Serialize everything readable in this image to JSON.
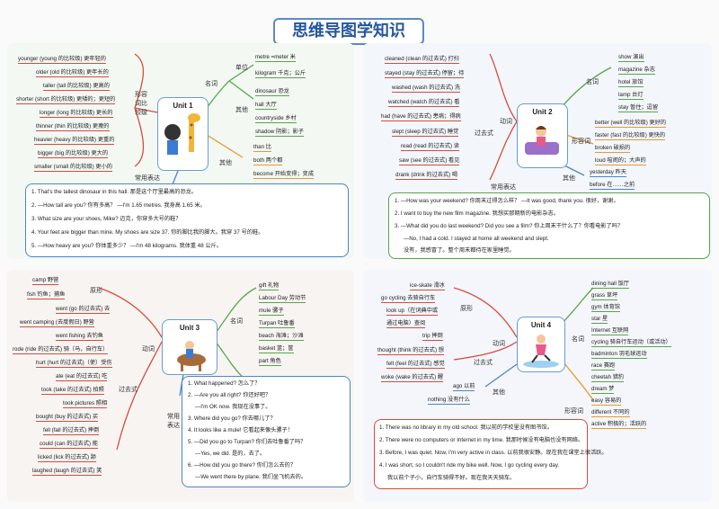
{
  "title": "思维导图学知识",
  "unit1": {
    "name": "Unit 1",
    "adjectives_label": "形容词比较级",
    "adjectives": [
      "younger (young 的比较级) 更年轻的",
      "older (old 的比较级) 更年长的",
      "taller (tall 的比较级) 更高的",
      "shorter (short 的比较级) 更矮的；更短的",
      "longer (long 的比较级) 更长的",
      "thinner (thin 的比较级) 更瘦的",
      "heavier (heavy 的比较级) 更重的",
      "bigger (big 的比较级) 更大的",
      "smaller (small 的比较级) 更小的"
    ],
    "noun_label": "名词",
    "unit_label": "单位",
    "units": [
      "metre =meter 米",
      "kilogram 千克；公斤"
    ],
    "other_label": "其他",
    "nouns": [
      "dinosaur 恐龙",
      "hall 大厅",
      "countryside 乡村",
      "shadow 阴影；影子"
    ],
    "others": [
      "than 比",
      "both 两个都",
      "become 开始变得；变成"
    ],
    "expressions_label": "常用表达",
    "sentences": [
      "1. That's the tallest dinosaur in this hall. 那是这个厅里最高的恐龙。",
      "2. —How tall are you? 你有多高？ —I'm 1.65 metres. 我身高 1.65 米。",
      "3. What size are your shoes, Mike? 迈克，你穿多大号的鞋？",
      "4. Your feet are bigger than mine. My shoes are size 37. 你的脚比我的脚大。我穿 37 号的鞋。",
      "5. —How heavy are you? 你体重多少？ —I'm 48 kilograms. 我体重 48 公斤。"
    ]
  },
  "unit2": {
    "name": "Unit 2",
    "verb_label": "动词",
    "past_label": "过去式",
    "verbs": [
      "cleaned (clean 的过去式) 打扫",
      "stayed (stay 的过去式) 停留；待",
      "washed (wash 的过去式) 洗",
      "watched (watch 的过去式) 看",
      "had (have 的过去式) 患病；得病",
      "slept (sleep 的过去式) 睡觉",
      "read (read 的过去式) 读",
      "saw (see 的过去式) 看见",
      "drank (drink 的过去式) 喝"
    ],
    "noun_label": "名词",
    "nouns": [
      "show 演出",
      "magazine 杂志",
      "hotel 旅馆",
      "lamp 台灯",
      "stay 暂住；逗留"
    ],
    "adj_label": "形容词",
    "adjs": [
      "better (well 的比较级) 更好的",
      "faster (fast 的比较级) 更快的",
      "broken 破损的",
      "loud 喧闹的；大声的"
    ],
    "other_label": "其他",
    "others": [
      "yesterday 昨天",
      "before 在……之前"
    ],
    "expressions_label": "常用表达",
    "sentences": [
      "1. —How was your weekend? 你周末过得怎么样？ —It was good, thank you. 很好，谢谢。",
      "2. I want to buy the new film magazine. 我想买那期新的电影杂志。",
      "3. —What did you do last weekend? Did you see a film? 你上周末干什么了？你看电影了吗？",
      "—No, I had a cold. I stayed at home all weekend and slept.",
      "没有，我感冒了。整个周末都待在家里睡觉。"
    ]
  },
  "unit3": {
    "name": "Unit 3",
    "phrase_label": "原形",
    "verb_label": "动词",
    "past_label": "过去式",
    "phrases": [
      "camp 野营",
      "fish 钓鱼；捕鱼"
    ],
    "verbs": [
      "went (go 的过去式) 去",
      "went camping (去度假日) 野营",
      "went fishing 去钓鱼",
      "rode (ride 的过去式) 骑（马，自行车）",
      "hurt (hurt 的过去式)（使）受伤",
      "ate (eat 的过去式) 吃",
      "took (take 的过去式) 拍照",
      "took pictures 照相",
      "bought (buy 的过去式) 买",
      "fell (fall 的过去式) 摔倒",
      "could (can 的过去式) 能",
      "licked (lick 的过去式) 舔",
      "laughed (laugh 的过去式) 笑"
    ],
    "noun_label": "名词",
    "nouns": [
      "gift 礼物",
      "Labour Day 劳动节",
      "mule 骡子",
      "Turpan 吐鲁番",
      "beach 海滩；沙滩",
      "basket 篮；筐",
      "part 角色"
    ],
    "expressions_label": "常用表达",
    "sentences": [
      "1. What happened? 怎么了？",
      "2. —Are you all right? 你还好吧？",
      "—I'm OK now. 我现在没事了。",
      "3. Where did you go? 你去哪儿了？",
      "4. It looks like a mule! 它看起来像头骡子！",
      "5. —Did you go to Turpan? 你们去吐鲁番了吗？",
      "—Yes, we did. 是的，去了。",
      "6. —How did you go there? 你们怎么去的？",
      "—We went there by plane. 我们坐飞机去的。"
    ]
  },
  "unit4": {
    "name": "Unit 4",
    "phrase_label": "原形",
    "verb_label": "动词",
    "past_label": "过去式",
    "phrases": [
      "ice-skate 滑冰",
      "go cycling 去骑自行车",
      "look up（在词典中或",
      "通过电脑）查阅",
      "trip 摔倒"
    ],
    "verbs": [
      "thought (think 的过去式) 想",
      "felt (feel 的过去式) 感觉",
      "woke (wake 的过去式) 醒"
    ],
    "other_label": "其他",
    "others": [
      "ago 以前",
      "nothing 没有什么"
    ],
    "noun_label": "名词",
    "nouns": [
      "dining hall 饭厅",
      "grass 草坪",
      "gym 体育馆",
      "star 星",
      "Internet 互联网",
      "cycling 骑自行车运动（或活动）",
      "badminton 羽毛球运动",
      "race 赛跑",
      "cheetah 猎豹",
      "dream 梦"
    ],
    "adj_label": "形容词",
    "adjs": [
      "easy 容易的",
      "different 不同的",
      "active 积极的；活跃的"
    ],
    "sentences": [
      "1. There was no library in my old school. 我以前的学校里没有图书馆。",
      "2. There were no computers or Internet in my time. 我那时候没有电脑也没有网络。",
      "3. Before, I was quiet. Now, I'm very active in class. 以前我很安静。现在我在课堂上很活跃。",
      "4. I was short, so I couldn't ride my bike well. Now, I go cycling every day.",
      "我以前个子小，自行车骑得不好。现在我天天骑车。"
    ]
  }
}
